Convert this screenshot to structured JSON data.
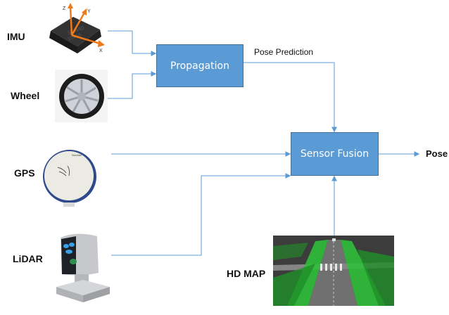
{
  "diagram": {
    "inputs": [
      {
        "id": "imu",
        "label": "IMU",
        "icon": "imu-chip-icon"
      },
      {
        "id": "wheel",
        "label": "Wheel",
        "icon": "wheel-icon"
      },
      {
        "id": "gps",
        "label": "GPS",
        "icon": "gps-antenna-icon"
      },
      {
        "id": "lidar",
        "label": "LiDAR",
        "icon": "lidar-sensor-icon"
      },
      {
        "id": "hdmap",
        "label": "HD MAP",
        "icon": "hd-map-image"
      }
    ],
    "nodes": {
      "propagation": "Propagation",
      "sensor_fusion": "Sensor Fusion"
    },
    "edges": [
      {
        "from": "IMU",
        "to": "Propagation"
      },
      {
        "from": "Wheel",
        "to": "Propagation"
      },
      {
        "from": "Propagation",
        "to": "Sensor Fusion",
        "label": "Pose Prediction"
      },
      {
        "from": "GPS",
        "to": "Sensor Fusion"
      },
      {
        "from": "LiDAR",
        "to": "Sensor Fusion"
      },
      {
        "from": "HD MAP",
        "to": "Sensor Fusion"
      },
      {
        "from": "Sensor Fusion",
        "to": "Pose"
      }
    ],
    "pose_prediction_label": "Pose Prediction",
    "output_label": "Pose",
    "imu_axes": [
      "Z",
      "Y",
      "X"
    ],
    "colors": {
      "box_fill": "#5b9bd5",
      "box_border": "#41719c",
      "wire": "#5b9bd5",
      "axis": "#f07a1a"
    }
  }
}
